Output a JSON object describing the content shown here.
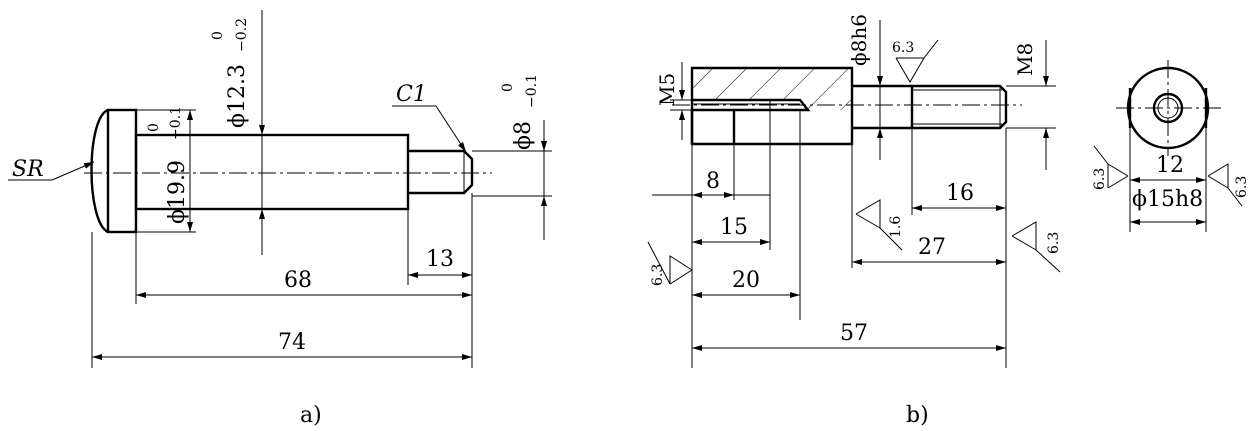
{
  "part_a": {
    "caption": "a)",
    "sr": "SR",
    "chamfer": "C1",
    "dia_head": "ϕ19.9",
    "dia_head_tol_upper": "0",
    "dia_head_tol_lower": "−0.1",
    "dia_shaft": "ϕ12.3",
    "dia_shaft_tol_upper": "0",
    "dia_shaft_tol_lower": "−0.2",
    "dia_end": "ϕ8",
    "dia_end_tol_upper": "0",
    "dia_end_tol_lower": "−0.1",
    "len_13": "13",
    "len_68": "68",
    "len_74": "74"
  },
  "part_b": {
    "caption": "b)",
    "thread_m5": "M5",
    "thread_m8": "M8",
    "dia_8h6": "ϕ8h6",
    "rough_top": "6.3",
    "rough_16": "1.6",
    "rough_right": "6.3",
    "rough_left": "6.3",
    "len_8": "8",
    "len_15": "15",
    "len_20": "20",
    "len_16": "16",
    "len_27": "27",
    "len_57": "57"
  },
  "part_c": {
    "len_12": "12",
    "dia_15h8": "ϕ15h8",
    "rough_left": "6.3",
    "rough_right": "6.3"
  }
}
